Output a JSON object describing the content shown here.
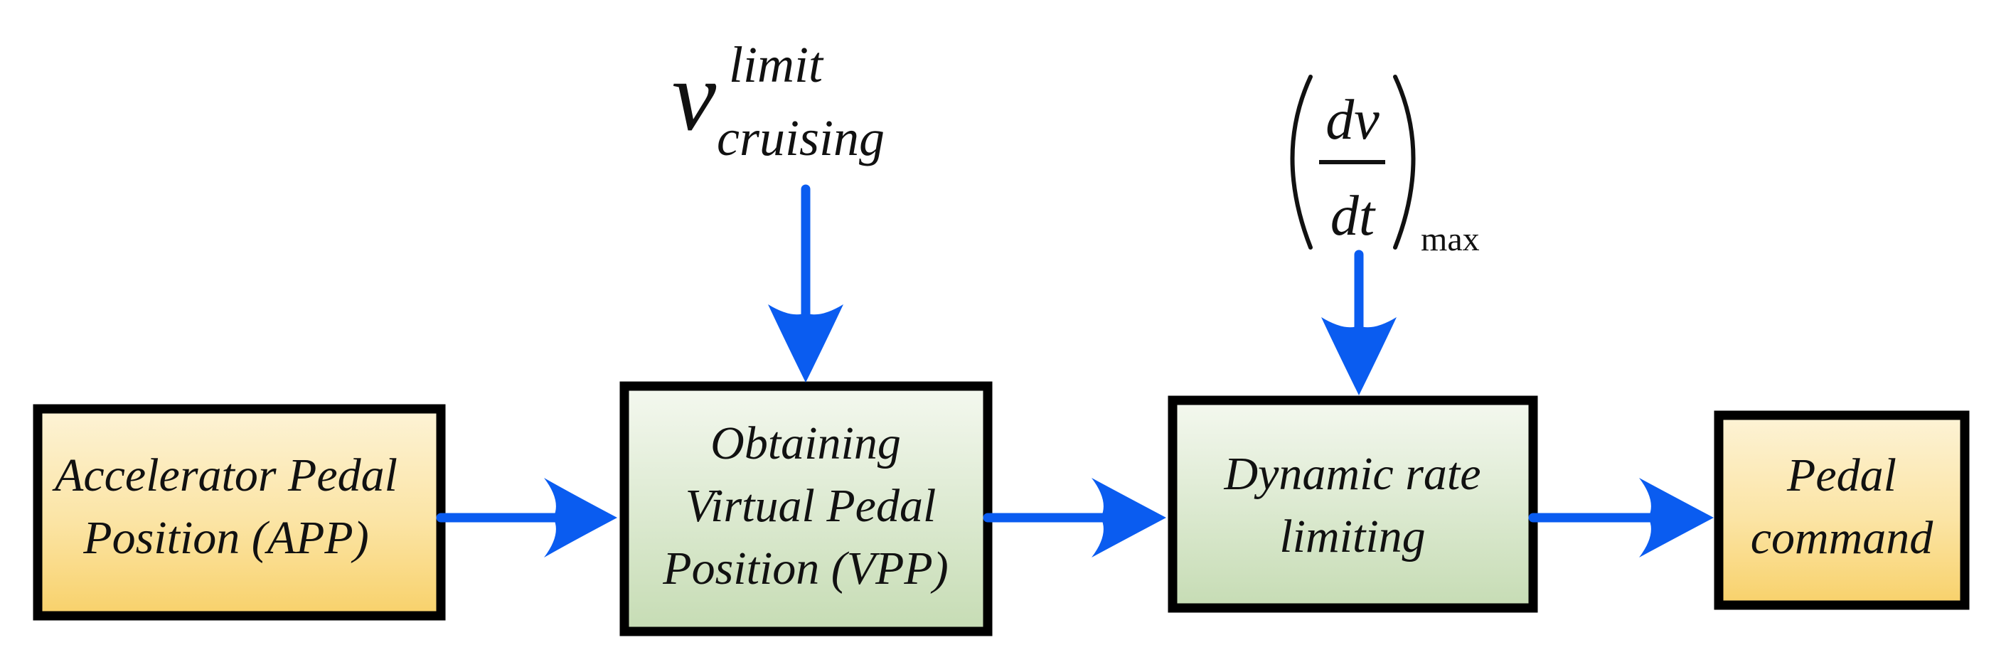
{
  "blocks": {
    "app": {
      "line1": "Accelerator Pedal",
      "line2": "Position (APP)"
    },
    "vpp": {
      "line1": "Obtaining",
      "line2": "Virtual Pedal",
      "line3": "Position (VPP)"
    },
    "rate": {
      "line1": "Dynamic rate",
      "line2": "limiting"
    },
    "command": {
      "line1": "Pedal",
      "line2": "command"
    }
  },
  "inputs": {
    "speed_limit": {
      "symbol": "v",
      "superscript": "limit",
      "subscript": "cruising"
    },
    "max_rate": {
      "numerator": "dv",
      "denominator": "dt",
      "subscript": "max"
    }
  },
  "colors": {
    "arrow": "#0a5cf0",
    "border": "#000000",
    "yellow_top": "#fdf3d6",
    "yellow_bottom": "#f8d16a",
    "green_top": "#f4f8ef",
    "green_bottom": "#c6dcb4"
  }
}
